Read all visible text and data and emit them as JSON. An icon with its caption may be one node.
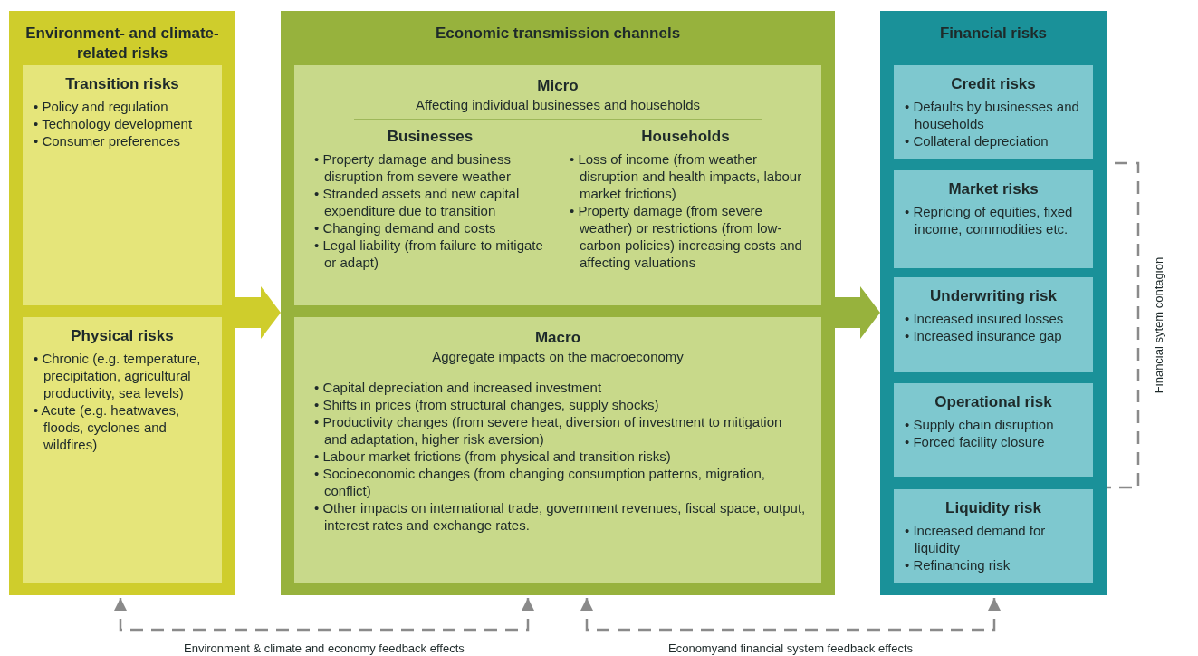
{
  "diagram": {
    "nodes": [
      {
        "text": [
          "Environment- and climate-related risks"
        ]
      },
      {
        "text": [
          "Transition risks",
          "• Policy and regulation",
          "• Technology development",
          "• Consumer preferences"
        ],
        "in": 0
      },
      {
        "text": [
          "Physical risks",
          "• Chronic (e.g. temperature, precipitation, agricultural productivity, sea levels)",
          "• Acute (e.g. heatwaves, floods, cyclones and wildfires)"
        ],
        "in": 0
      },
      {
        "text": [
          "Economic transmission channels"
        ]
      },
      {
        "text": [
          "Micro",
          "Affecting individual businesses and households",
          "Businesses",
          "• Property damage and business disruption from severe weather",
          "• Stranded assets and new capital expenditure due to transition",
          "• Changing demand and costs",
          "• Legal liability (from failure to mitigate or adapt)",
          "Households",
          "• Loss of income (from weather disruption and health impacts, labour market frictions)",
          "• Property damage (from severe weather) or restrictions (from low-carbon policies) increasing costs and affecting valuations"
        ],
        "in": 3
      },
      {
        "text": [
          "Macro",
          "Aggregate impacts on the macroeconomy",
          "• Capital depreciation and increased investment",
          "• Shifts in prices (from structural changes, supply shocks)",
          "• Productivity changes (from severe heat, diversion of investment to mitigation and adaptation, higher risk aversion)",
          "• Labour market frictions (from physical and transition risks)",
          "• Socioeconomic changes (from changing consumption patterns, migration, conflict)",
          "• Other impacts on international trade, government revenues, fiscal space, output, interest rates and exchange rates."
        ],
        "in": 3
      },
      {
        "text": [
          "Financial risks"
        ]
      },
      {
        "text": [
          "Credit risks",
          "• Defaults by businesses and households",
          "• Collateral depreciation"
        ],
        "in": 6
      },
      {
        "text": [
          "Market risks",
          "• Repricing of equities, fixed income, commodities etc."
        ],
        "in": 6
      },
      {
        "text": [
          "Underwriting risk",
          "• Increased insured losses",
          "• Increased insurance gap"
        ],
        "in": 6
      },
      {
        "text": [
          "Operational risk",
          "• Supply chain disruption",
          "• Forced facility closure"
        ],
        "in": 6
      },
      {
        "text": [
          "Liquidity risk",
          "• Increased demand for liquidity",
          "• Refinancing risk"
        ],
        "in": 6
      }
    ],
    "edges": [
      {
        "from": 0,
        "to": 3,
        "arrow": "to",
        "style": "thick",
        "color": "#cfcd2c"
      },
      {
        "from": 3,
        "to": 6,
        "arrow": "to",
        "style": "thick",
        "color": "#97b23d"
      },
      {
        "from": 0,
        "to": 3,
        "arrow": "both",
        "style": "dashed",
        "label": "Environment & climate and economy feedback effects"
      },
      {
        "from": 3,
        "to": 6,
        "arrow": "both",
        "style": "dashed",
        "label": "Economyand financial system feedback effects"
      },
      {
        "from": 7,
        "to": 11,
        "arrow": "both",
        "style": "dashed",
        "label": "Financial sytem contagion"
      }
    ]
  }
}
